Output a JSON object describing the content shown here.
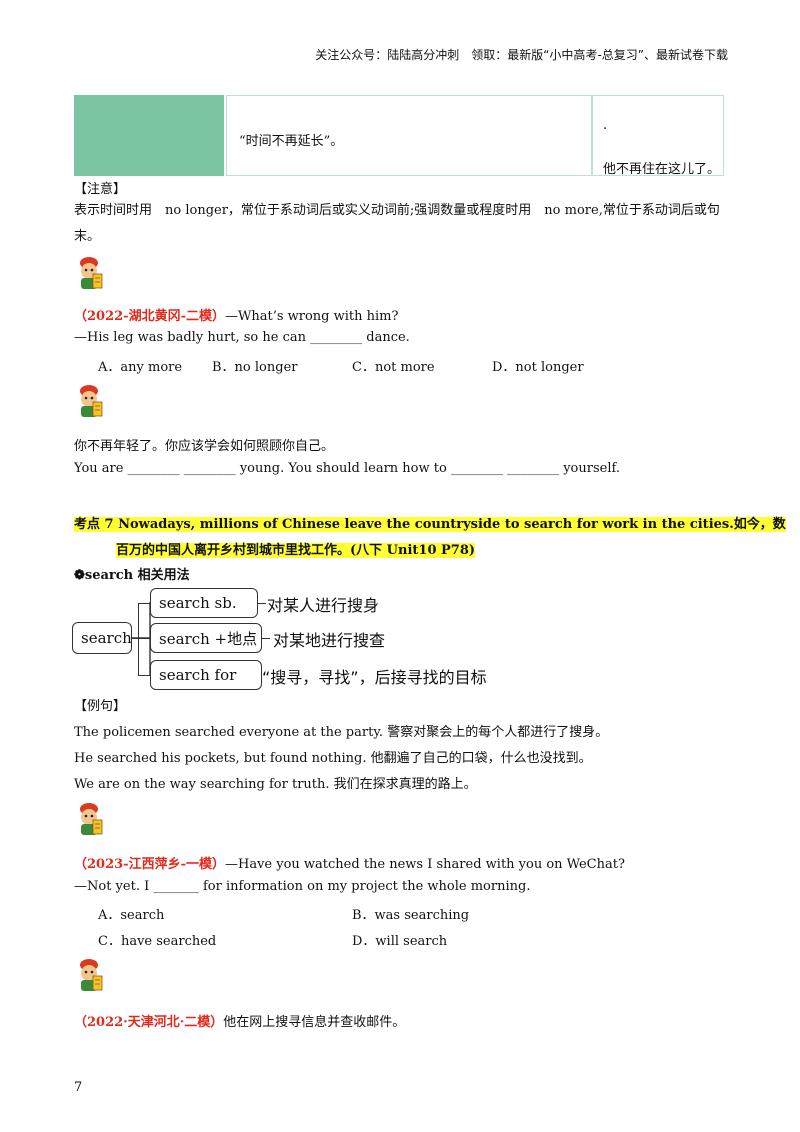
{
  "header": {
    "text": "关注公众号：陆陆高分冲刺　领取：最新版“小中高考-总复习”、最新试卷下载"
  },
  "table": {
    "middle": "“时间不再延长”。",
    "right_dot": ".",
    "right": "他不再住在这儿了。"
  },
  "note": {
    "label": "【注意】",
    "text": "表示时间时用　no longer，常位于系动词后或实义动词前;强调数量或程度时用　no more,常位于系动词后或句末。"
  },
  "q1": {
    "source": "（2022-湖北黄冈-二模）",
    "prompt": "—What’s wrong with him?",
    "line2": "—His leg was badly hurt, so he can ________ dance.",
    "options": [
      "A．any more",
      "B．no longer",
      "C．not more",
      "D．not longer"
    ]
  },
  "q2": {
    "cn": "你不再年轻了。你应该学会如何照顾你自己。",
    "en": "You are ________ ________ young. You should learn how to ________ ________ yourself."
  },
  "kaodian": {
    "line1": "考点 7 Nowadays, millions of Chinese leave the countryside to search for work in the cities.如今，数",
    "line2": "百万的中国人离开乡村到城市里找工作。(八下 Unit10  P78)"
  },
  "usage_title": "❁search 相关用法",
  "diagram": {
    "root": "search",
    "items": [
      {
        "box": "search sb.",
        "desc": "对某人进行搜身"
      },
      {
        "box": "search +地点",
        "desc": "对某地进行搜查"
      },
      {
        "box": "search for",
        "desc": "“搜寻，寻找”，后接寻找的目标"
      }
    ]
  },
  "examples": {
    "label": "【例句】",
    "lines": [
      "The policemen searched everyone at the party.  警察对聚会上的每个人都进行了搜身。",
      "He searched his pockets, but found nothing.  他翻遍了自己的口袋，什么也没找到。",
      "We are on the way searching for truth.  我们在探求真理的路上。"
    ]
  },
  "q3": {
    "source": "（2023-江西萍乡-一模）",
    "prompt": "—Have you watched the news I shared with you on WeChat?",
    "line2": "—Not yet. I _______ for information on my project the whole morning.",
    "options": [
      "A．search",
      "B．was searching",
      "C．have searched",
      "D．will search"
    ]
  },
  "q4": {
    "source": "（2022·天津河北·二模）",
    "text": "他在网上搜寻信息并查收邮件。"
  },
  "page_number": "7"
}
